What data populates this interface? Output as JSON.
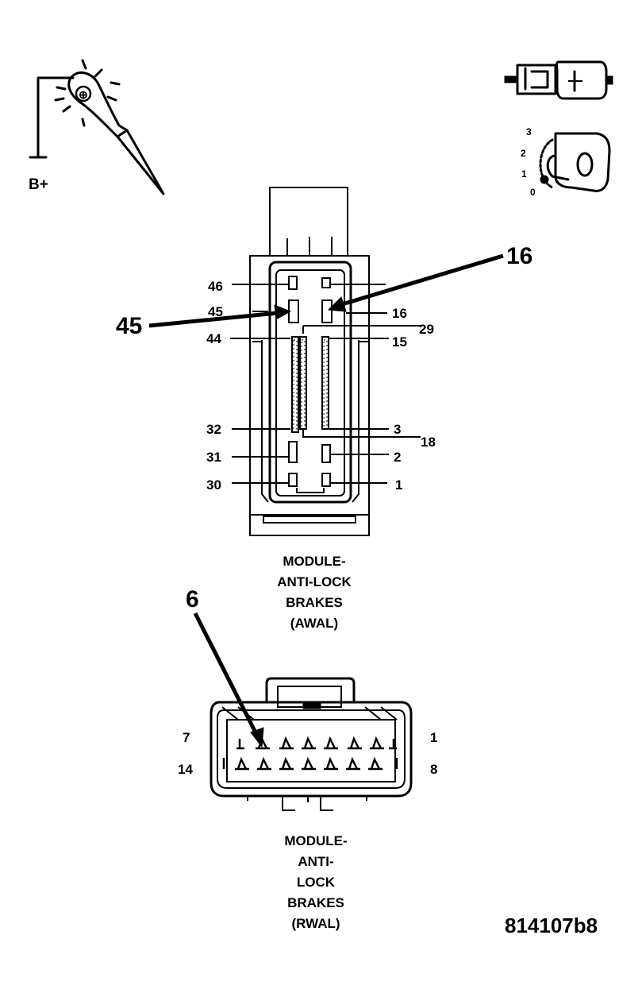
{
  "test_light": {
    "label": "B+",
    "probe_symbol": "⊕"
  },
  "ignition_key": {
    "positions": [
      "3",
      "2",
      "1",
      "0"
    ],
    "key_label": "0"
  },
  "awal_connector": {
    "callouts": {
      "left": "45",
      "right": "16"
    },
    "left_pins": [
      "46",
      "45",
      "44",
      "32",
      "31",
      "30"
    ],
    "right_pins": [
      "16",
      "29",
      "15",
      "3",
      "18",
      "2",
      "1"
    ],
    "title_lines": [
      "MODULE-",
      "ANTI-LOCK",
      "BRAKES",
      "(AWAL)"
    ]
  },
  "rwal_connector": {
    "callout": "6",
    "pin_labels": {
      "top_left": "7",
      "bottom_left": "14",
      "top_right": "1",
      "bottom_right": "8"
    },
    "title_lines": [
      "MODULE-",
      "ANTI-",
      "LOCK",
      "BRAKES",
      "(RWAL)"
    ]
  },
  "figure_id": "814107b8"
}
